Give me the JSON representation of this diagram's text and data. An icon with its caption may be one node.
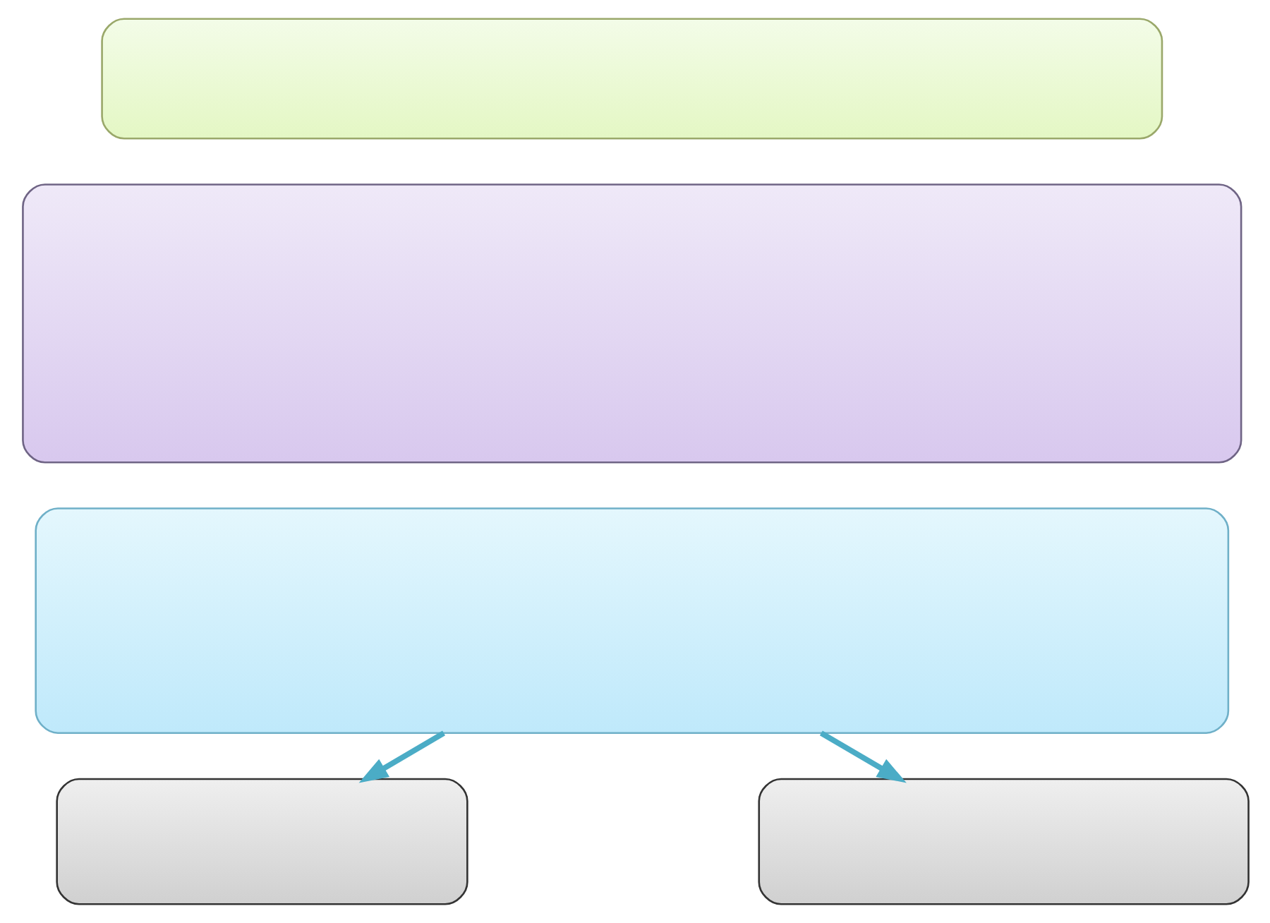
{
  "diagram": {
    "nodes": [
      {
        "text": [],
        "shape": "box"
      },
      {
        "text": [],
        "shape": "box"
      },
      {
        "text": [],
        "shape": "box"
      },
      {
        "text": [],
        "shape": "box"
      },
      {
        "text": [],
        "shape": "box"
      }
    ],
    "edges": [
      {
        "from": 2,
        "to": 3,
        "arrow": "to"
      },
      {
        "from": 2,
        "to": 4,
        "arrow": "to"
      }
    ]
  }
}
